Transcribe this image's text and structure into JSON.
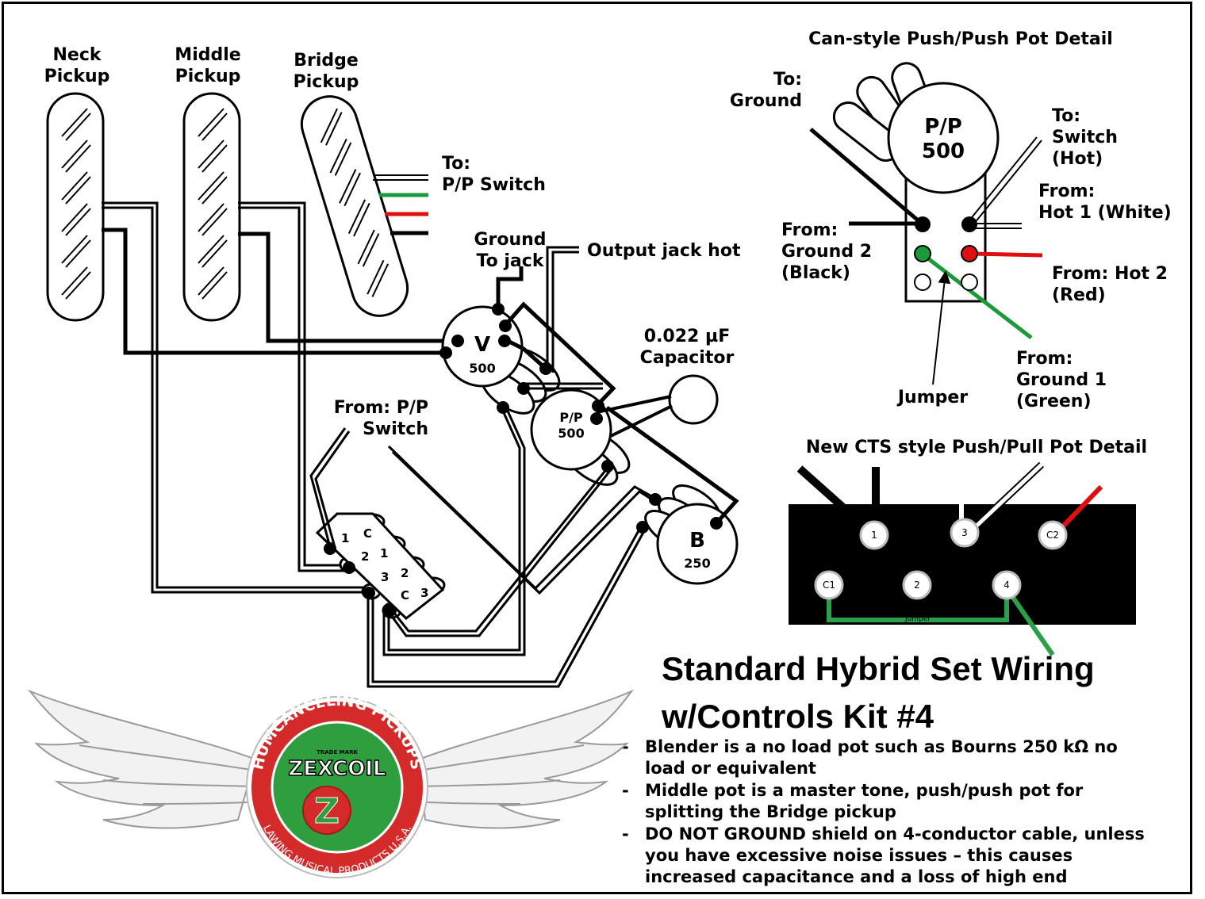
{
  "pickups": {
    "neck": [
      "Neck",
      "Pickup"
    ],
    "middle": [
      "Middle",
      "Pickup"
    ],
    "bridge": [
      "Bridge",
      "Pickup"
    ]
  },
  "labels": {
    "to_pp_switch": [
      "To:",
      "P/P Switch"
    ],
    "ground_to_jack": [
      "Ground",
      "To jack"
    ],
    "output_jack_hot": "Output jack hot",
    "capacitor": [
      "0.022 µF",
      "Capacitor"
    ],
    "from_pp_switch": [
      "From: P/P",
      "Switch"
    ]
  },
  "pots": {
    "volume": {
      "letter": "V",
      "value": "500"
    },
    "push_push": {
      "letter": "P/P",
      "value": "500"
    },
    "blender": {
      "letter": "B",
      "value": "250"
    }
  },
  "switch_lugs": {
    "row1": [
      "1",
      "2",
      "3"
    ],
    "row2": [
      "C",
      "1",
      "2",
      "C"
    ],
    "row3": [
      "3"
    ]
  },
  "can_style": {
    "title": "Can-style Push/Push Pot Detail",
    "pot_letter": "P/P",
    "pot_value": "500",
    "to_ground": [
      "To:",
      "Ground"
    ],
    "to_switch_hot": [
      "To:",
      "Switch",
      "(Hot)"
    ],
    "from_hot1": [
      "From:",
      "Hot 1 (White)"
    ],
    "from_ground2": [
      "From:",
      "Ground 2",
      "(Black)"
    ],
    "from_hot2": [
      "From: Hot 2",
      "(Red)"
    ],
    "jumper": "Jumper",
    "from_ground1": [
      "From:",
      "Ground 1",
      "(Green)"
    ]
  },
  "cts_style": {
    "title": "New CTS style Push/Pull Pot Detail",
    "lugs_top": [
      "1",
      "3",
      "C2"
    ],
    "lugs_bottom": [
      "C1",
      "2",
      "4"
    ],
    "jumper": "Jumper"
  },
  "main_title": [
    "Standard Hybrid Set Wiring",
    "w/Controls Kit #4"
  ],
  "notes": [
    [
      "Blender is a no load pot such as Bourns 250 kΩ no",
      "load or equivalent"
    ],
    [
      "Middle pot is a master tone, push/push pot for",
      "splitting the Bridge pickup"
    ],
    [
      "DO NOT GROUND shield on 4-conductor cable, unless",
      "you have excessive noise issues – this causes",
      "increased capacitance and a loss of high end"
    ]
  ],
  "note_bullet": "-",
  "logo": {
    "top_text": "HUMCANCELING PICKUPS",
    "trademark": "TRADE MARK",
    "brand": "ZEXCOIL",
    "letter": "Z",
    "bottom_text": "LAWING MUSICAL PRODUCTS U.S.A."
  },
  "colors": {
    "green": "#1a9a3a",
    "red": "#e01010",
    "logo_red": "#d42a2a",
    "logo_green": "#2e9e3e"
  }
}
